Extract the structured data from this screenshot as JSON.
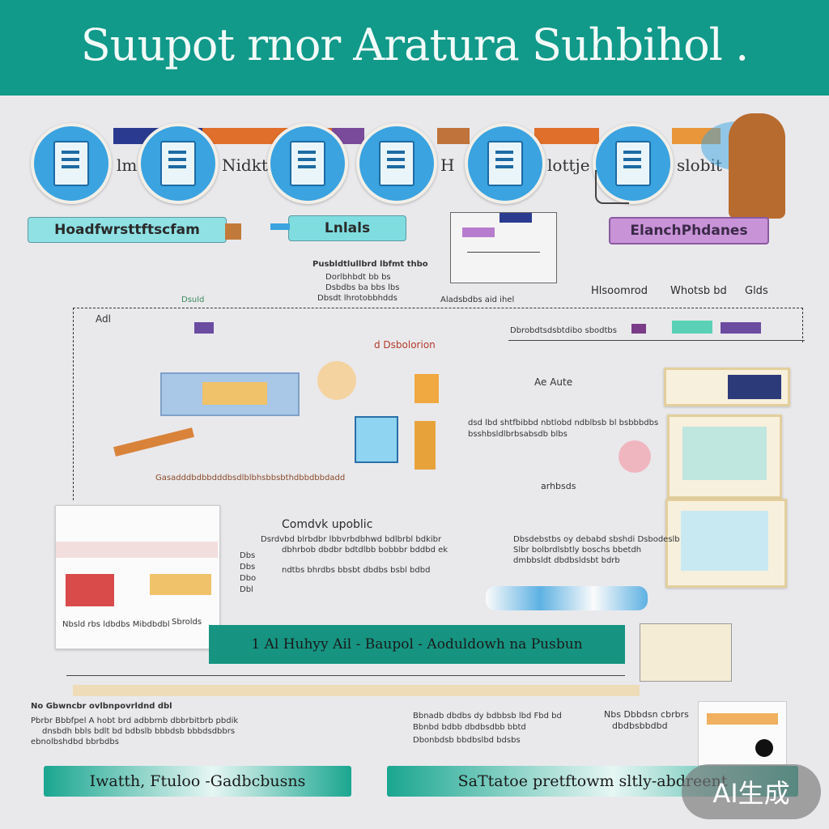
{
  "header": {
    "title": "Suupot rnor Aratura Suhbihol ."
  },
  "steps": [
    {
      "label": "lm",
      "icon": "document-icon"
    },
    {
      "label": "Nidktex",
      "icon": "printer-icon"
    },
    {
      "label": "",
      "icon": "document-stack-icon"
    },
    {
      "label": "H",
      "icon": "cabinet-icon"
    },
    {
      "label": "lottje",
      "icon": "document-icon"
    },
    {
      "label": "slobit",
      "icon": "board-icon"
    }
  ],
  "tags": {
    "left": "Hoadfwrsttftscfam",
    "middle": "Lnlals",
    "right": "ElanchPhdanes"
  },
  "notes": {
    "n1_title": "Pusbldtlullbrd lbfmt thbo",
    "n1_a": "Dorlbhbdt bb bs",
    "n1_b": "Dsbdbs ba bbs lbs",
    "n1_c": "Dbsdt lhrotobbhdds",
    "sd_label": "Dsuld",
    "ad_label": "Adl",
    "aldo": "Aladsbdbs aid ihel",
    "histo": "Hlsoomrod",
    "whoto": "Whotsb bd",
    "els": "Glds",
    "bar_note": "Dbrobdtsdsbtdibo sbodtbs",
    "dsoration": "d Dsbolorion",
    "aute": "Ae Aute",
    "mid_para_1": "dsd lbd shtfbibbd nbtlobd ndblbsb bl bsbbbdbs",
    "mid_para_2": "bsshbsldlbrbsabsdb blbs",
    "bottom_arrow_note": "Gasadddbdbbdddbsdlblbhsbbsbthdbbdbbdadd",
    "arhido": "arhbsds",
    "comdv": "Comdvk upoblic",
    "comdv_line_1": "Dsrdvbd blrbdbr lbbvrbdbhwd bdlbrbl bdkibr",
    "comdv_line_2": "dbhrbob dbdbr bdtdlbb bobbbr bddbd ek",
    "comdv_line_3": "ndtbs bhrdbs bbsbt dbdbs bsbl bdbd",
    "right_para_1": "Dbsdebstbs oy debabd sbshdi Dsbodeslb",
    "right_para_2": "Slbr bolbrdlsbtly boschs bbetdh",
    "right_para_3": "dmbbsldt dbdbsldsbt bdrb",
    "doc_left_label": "Nbsld rbs ldbdbs Mibdbdbl",
    "doc_side": "Sbrolds",
    "doc_side_items": [
      "Dbs",
      "Dbs",
      "Dbo",
      "Dbl"
    ]
  },
  "banner_mid": "1 Al Huhyy Ail - Baupol - Aoduldowh na Pusbun",
  "bottom_left": {
    "title": "No Gbwncbr ovlbnpovrldnd dbl",
    "line_1": "Pbrbr Bbbfpel A hobt brd adbbrnb dbbrbitbrb pbdik",
    "line_2": "dnsbdh bbls bdlt bd bdbslb bbbdsb bbbdsdbbrs",
    "line_3": "ebnolbshdbd bbrbdbs"
  },
  "bottom_mid": {
    "line_1": "Bbnadb dbdbs dy bdbbsb lbd Fbd bd",
    "line_2": "Bbnbd bdbb dbdbsdbb bbtd",
    "line_3": "Dbonbdsb bbdbslbd bdsbs"
  },
  "bottom_right": {
    "title": "Nbs Dbbdsn cbrbrs",
    "line_1": "dbdbsbbdbd"
  },
  "buttons": {
    "left": "Iwatth, Ftuloo -Gadbcbusns",
    "right": "SaTtatoe pretftowm sltly-abdreent"
  },
  "watermark": "AI生成",
  "colors": {
    "teal": "#11998a",
    "circle": "#3aa3e0",
    "panel": "#f7f0dc"
  }
}
